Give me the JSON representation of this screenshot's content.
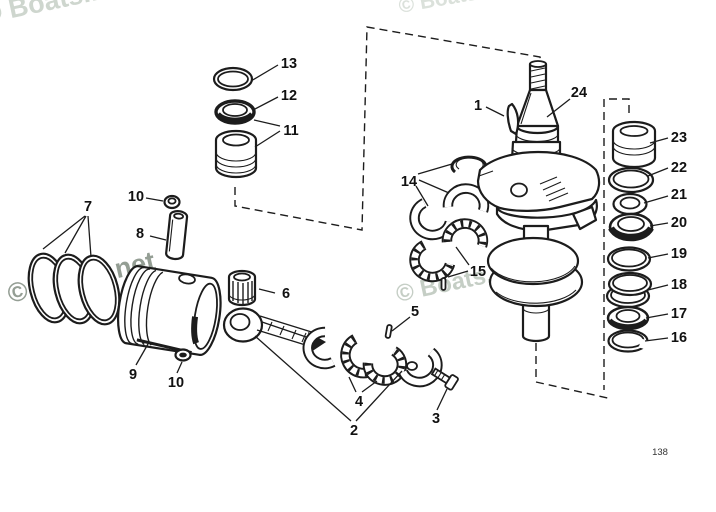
{
  "page_number": "138",
  "watermark_text": "© Boats.net",
  "colors": {
    "ink": "#1c1c1c",
    "background": "#ffffff",
    "watermark_large": "#98a298",
    "watermark_light": "#bac5ba"
  },
  "callouts": {
    "n1": "1",
    "n2": "2",
    "n3": "3",
    "n4": "4",
    "n5": "5",
    "n6": "6",
    "n7": "7",
    "n8": "8",
    "n9": "9",
    "n10": "10",
    "n11": "11",
    "n12": "12",
    "n13": "13",
    "n14": "14",
    "n15": "15",
    "n16": "16",
    "n17": "17",
    "n18": "18",
    "n19": "19",
    "n20": "20",
    "n21": "21",
    "n22": "22",
    "n23": "23",
    "n24": "24"
  }
}
